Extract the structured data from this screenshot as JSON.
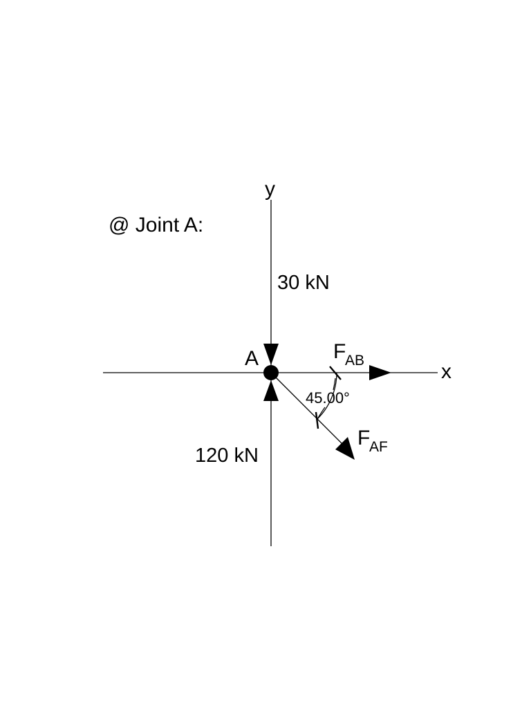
{
  "title": "@ Joint A:",
  "joint_label": "A",
  "axes": {
    "x_label": "x",
    "y_label": "y"
  },
  "loads": {
    "top": "30 kN",
    "bottom": "120 kN"
  },
  "members": {
    "ab": {
      "main": "F",
      "sub": "AB"
    },
    "af": {
      "main": "F",
      "sub": "AF"
    }
  },
  "angle_label": "45.00°",
  "colors": {
    "ink": "#000000",
    "background": "#ffffff"
  }
}
